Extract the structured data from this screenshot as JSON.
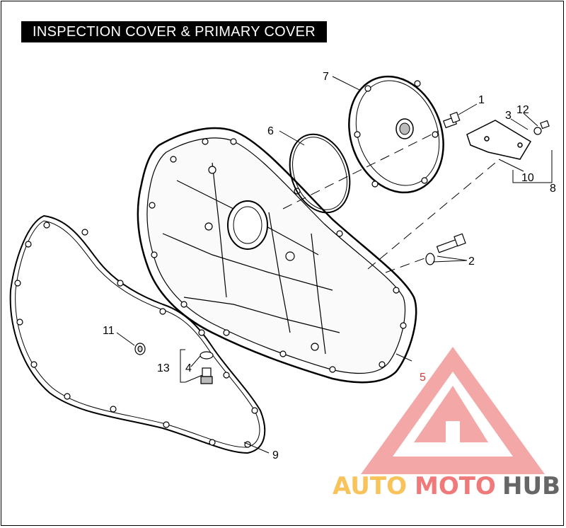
{
  "title": "INSPECTION COVER & PRIMARY COVER",
  "callouts": {
    "c1": "1",
    "c2": "2",
    "c3": "3",
    "c4": "4",
    "c5": "5",
    "c6": "6",
    "c7": "7",
    "c8": "8",
    "c9": "9",
    "c10": "10",
    "c11": "11",
    "c12": "12",
    "c13": "13"
  },
  "watermark": {
    "part1": "AUTO",
    "part2": "MOTO",
    "part3": "HUB",
    "color1": "#f7c35a",
    "color2": "#f07a7a",
    "color3": "#666666",
    "logo_color": "#f08a8a"
  }
}
